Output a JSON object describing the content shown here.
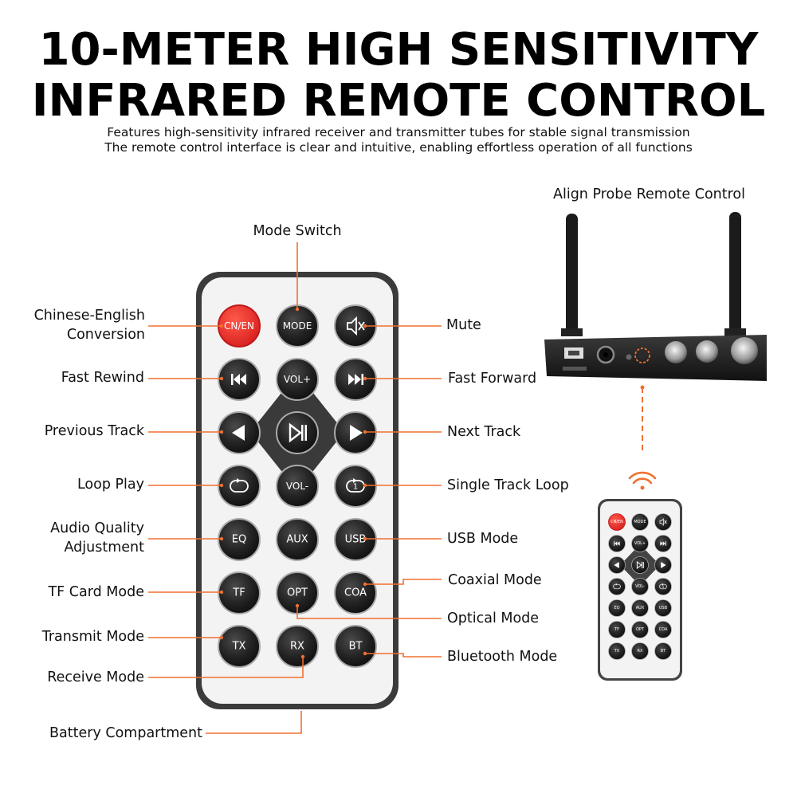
{
  "header": {
    "title_line1": "10-METER HIGH SENSITIVITY",
    "title_line2": "INFRARED REMOTE CONTROL",
    "subtitle_line1": "Features high-sensitivity infrared receiver and transmitter tubes for stable signal transmission",
    "subtitle_line2": "The remote control interface is clear and intuitive, enabling effortless operation of all functions"
  },
  "remote": {
    "buttons": [
      {
        "id": "cnen",
        "label": "CN/EN",
        "row": 0,
        "col": 0,
        "red": true
      },
      {
        "id": "mode",
        "label": "MODE",
        "row": 0,
        "col": 1
      },
      {
        "id": "mute",
        "label": "",
        "row": 0,
        "col": 2,
        "icon": "mute-icon"
      },
      {
        "id": "rewind",
        "label": "",
        "row": 1,
        "col": 0,
        "icon": "fast-rewind-icon"
      },
      {
        "id": "volup",
        "label": "VOL+",
        "row": 1,
        "col": 1
      },
      {
        "id": "forward",
        "label": "",
        "row": 1,
        "col": 2,
        "icon": "fast-forward-icon"
      },
      {
        "id": "prev",
        "label": "",
        "row": 2,
        "col": 0,
        "icon": "previous-icon"
      },
      {
        "id": "play",
        "label": "",
        "row": 2,
        "col": 1,
        "icon": "play-pause-icon"
      },
      {
        "id": "next",
        "label": "",
        "row": 2,
        "col": 2,
        "icon": "next-icon"
      },
      {
        "id": "loop",
        "label": "",
        "row": 3,
        "col": 0,
        "icon": "loop-icon"
      },
      {
        "id": "voldown",
        "label": "VOL-",
        "row": 3,
        "col": 1
      },
      {
        "id": "single",
        "label": "",
        "row": 3,
        "col": 2,
        "icon": "single-loop-icon"
      },
      {
        "id": "eq",
        "label": "EQ",
        "row": 4,
        "col": 0
      },
      {
        "id": "aux",
        "label": "AUX",
        "row": 4,
        "col": 1
      },
      {
        "id": "usb",
        "label": "USB",
        "row": 4,
        "col": 2
      },
      {
        "id": "tf",
        "label": "TF",
        "row": 5,
        "col": 0
      },
      {
        "id": "opt",
        "label": "OPT",
        "row": 5,
        "col": 1
      },
      {
        "id": "coa",
        "label": "COA",
        "row": 5,
        "col": 2
      },
      {
        "id": "tx",
        "label": "TX",
        "row": 6,
        "col": 0
      },
      {
        "id": "rx",
        "label": "RX",
        "row": 6,
        "col": 1
      },
      {
        "id": "bt",
        "label": "BT",
        "row": 6,
        "col": 2
      }
    ]
  },
  "labels": {
    "mode_switch": "Mode Switch",
    "cn_en_line1": "Chinese-English",
    "cn_en_line2": "Conversion",
    "fast_rewind": "Fast Rewind",
    "previous_track": "Previous Track",
    "loop_play": "Loop Play",
    "audio_quality_line1": "Audio Quality",
    "audio_quality_line2": "Adjustment",
    "tf_card_mode": "TF Card Mode",
    "transmit_mode": "Transmit Mode",
    "receive_mode": "Receive Mode",
    "battery_compartment": "Battery Compartment",
    "mute": "Mute",
    "fast_forward": "Fast Forward",
    "next_track": "Next Track",
    "single_track_loop": "Single Track Loop",
    "usb_mode": "USB Mode",
    "coaxial_mode": "Coaxial Mode",
    "optical_mode": "Optical Mode",
    "bluetooth_mode": "Bluetooth Mode",
    "align_probe": "Align Probe Remote Control"
  },
  "colors": {
    "accent": "#f07030",
    "button_dark": "#1c1c1c",
    "button_red": "#e22a2a",
    "remote_body": "#f2f2f2",
    "remote_frame": "#3a3a3a"
  }
}
